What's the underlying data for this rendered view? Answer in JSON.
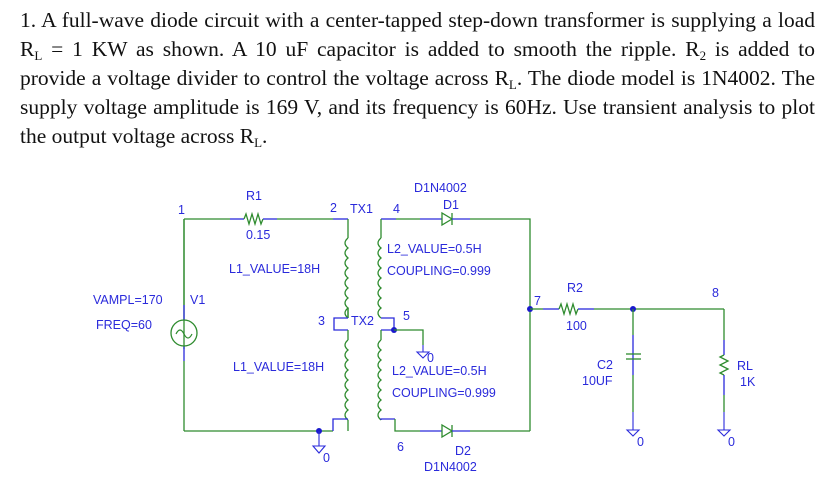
{
  "problem": {
    "number": "1.",
    "segments": [
      {
        "t": "1. A full-wave diode circuit with a center-tapped step-down transformer is supplying a load R"
      },
      {
        "sub": "L"
      },
      {
        "t": " = 1 KW as shown. A 10 uF capacitor is added to smooth the ripple. R"
      },
      {
        "sub": "2"
      },
      {
        "t": " is added to provide a voltage divider to control the voltage across R"
      },
      {
        "sub": "L"
      },
      {
        "t": ". The diode model is 1N4002. The supply voltage amplitude is 169 V, and its frequency is 60Hz. Use transient analysis to plot the output voltage across R"
      },
      {
        "sub": "L"
      },
      {
        "t": "."
      }
    ]
  },
  "schematic": {
    "colors": {
      "wire": "#2e8b2e",
      "pin": "#2a2adb",
      "label": "#2a2adb",
      "junction": "#1a1acc"
    },
    "nodes": {
      "n1": "1",
      "n2": "2",
      "n3": "3",
      "n4": "4",
      "n5": "5",
      "n6": "6",
      "n7": "7",
      "n8": "8"
    },
    "source": {
      "name": "V1",
      "vampl": "VAMPL=170",
      "freq": "FREQ=60",
      "plus": "+",
      "minus": "-"
    },
    "r1": {
      "name": "R1",
      "value": "0.15"
    },
    "tx1": {
      "name": "TX1",
      "l1": "L1_VALUE=18H",
      "l2": "L2_VALUE=0.5H",
      "coupling": "COUPLING=0.999"
    },
    "tx2": {
      "name": "TX2",
      "l1": "L1_VALUE=18H",
      "l2": "L2_VALUE=0.5H",
      "coupling": "COUPLING=0.999"
    },
    "d1": {
      "name": "D1",
      "model": "D1N4002"
    },
    "d2": {
      "name": "D2",
      "model": "D1N4002"
    },
    "r2": {
      "name": "R2",
      "value": "100"
    },
    "c2": {
      "name": "C2",
      "value": "10UF"
    },
    "rl": {
      "name": "RL",
      "value": "1K"
    },
    "ground_label": "0"
  }
}
